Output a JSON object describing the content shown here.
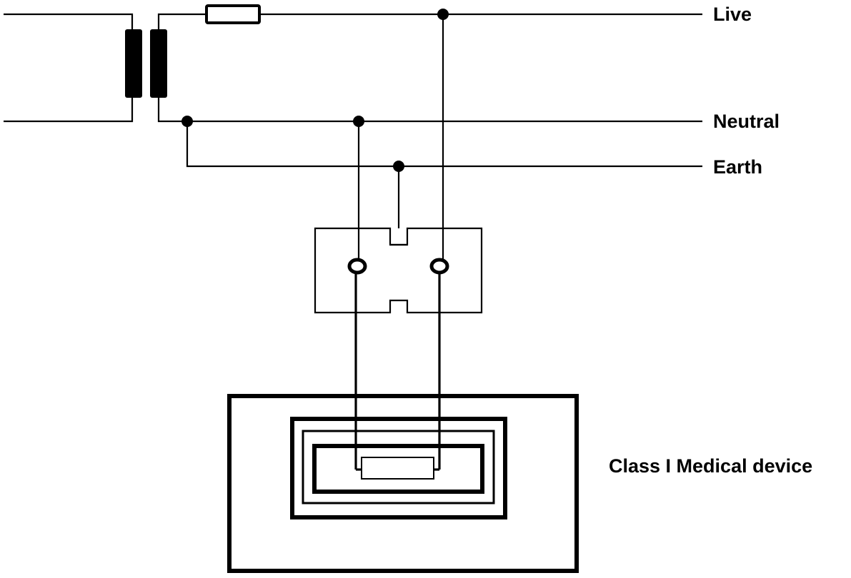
{
  "labels": {
    "live": "Live",
    "neutral": "Neutral",
    "earth": "Earth",
    "device": "Class I Medical device"
  },
  "colors": {
    "line": "#000000",
    "background": "#ffffff"
  }
}
